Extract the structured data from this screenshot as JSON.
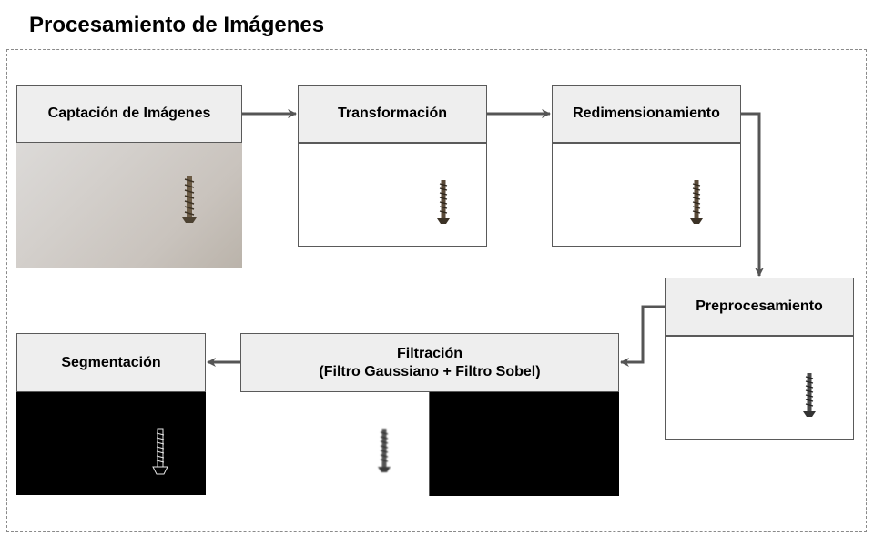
{
  "title": "Procesamiento de Imágenes",
  "steps": {
    "captacion": "Captación de Imágenes",
    "transformacion": "Transformación",
    "redimensionamiento": "Redimensionamiento",
    "preprocesamiento": "Preprocesamiento",
    "filtracion_line1": "Filtración",
    "filtracion_line2": "(Filtro Gaussiano + Filtro Sobel)",
    "segmentacion": "Segmentación"
  },
  "flow_order": [
    "captacion",
    "transformacion",
    "redimensionamiento",
    "preprocesamiento",
    "filtracion",
    "segmentacion"
  ],
  "images": {
    "captacion": "screw-photo",
    "transformacion": "screw-on-white",
    "redimensionamiento": "screw-on-white",
    "preprocesamiento": "screw-grayscale",
    "filtracion": "screw-blurred-and-black-panel",
    "segmentacion": "screw-edge-outline-on-black"
  },
  "colors": {
    "header_bg": "#eeeeee",
    "arrow": "#555555",
    "border": "#5a5a5a"
  }
}
